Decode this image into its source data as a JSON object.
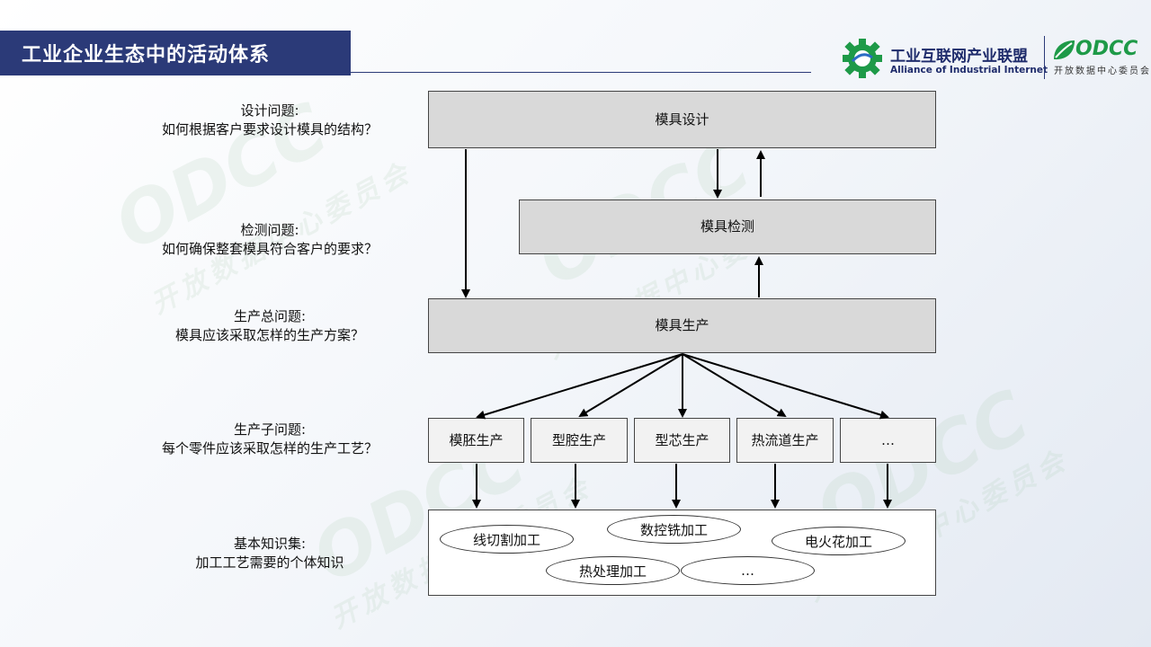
{
  "header": {
    "title": "工业企业生态中的活动体系",
    "logo_aii_cn": "工业互联网产业联盟",
    "logo_aii_en": "Alliance of Industrial Internet",
    "logo_odcc_brand": "ODCC",
    "logo_odcc_cn": "开放数据中心委员会",
    "brand_green": "#1e9a48",
    "brand_navy": "#2b3a78"
  },
  "questions": [
    {
      "title": "设计问题:",
      "text": "如何根据客户要求设计模具的结构？"
    },
    {
      "title": "检测问题:",
      "text": "如何确保整套模具符合客户的要求？"
    },
    {
      "title": "生产总问题:",
      "text": "模具应该采取怎样的生产方案？"
    },
    {
      "title": "生产子问题:",
      "text": "每个零件应该采取怎样的生产工艺？"
    },
    {
      "title": "基本知识集:",
      "text": "加工工艺需要的个体知识"
    }
  ],
  "diagram": {
    "design_box": "模具设计",
    "inspection_box": "模具检测",
    "production_box": "模具生产",
    "sub_processes": [
      "模胚生产",
      "型腔生产",
      "型芯生产",
      "热流道生产",
      "…"
    ],
    "knowledge": {
      "wire_cutting": "线切割加工",
      "cnc_milling": "数控铣加工",
      "edm": "电火花加工",
      "heat_treatment": "热处理加工",
      "more": "…"
    }
  }
}
